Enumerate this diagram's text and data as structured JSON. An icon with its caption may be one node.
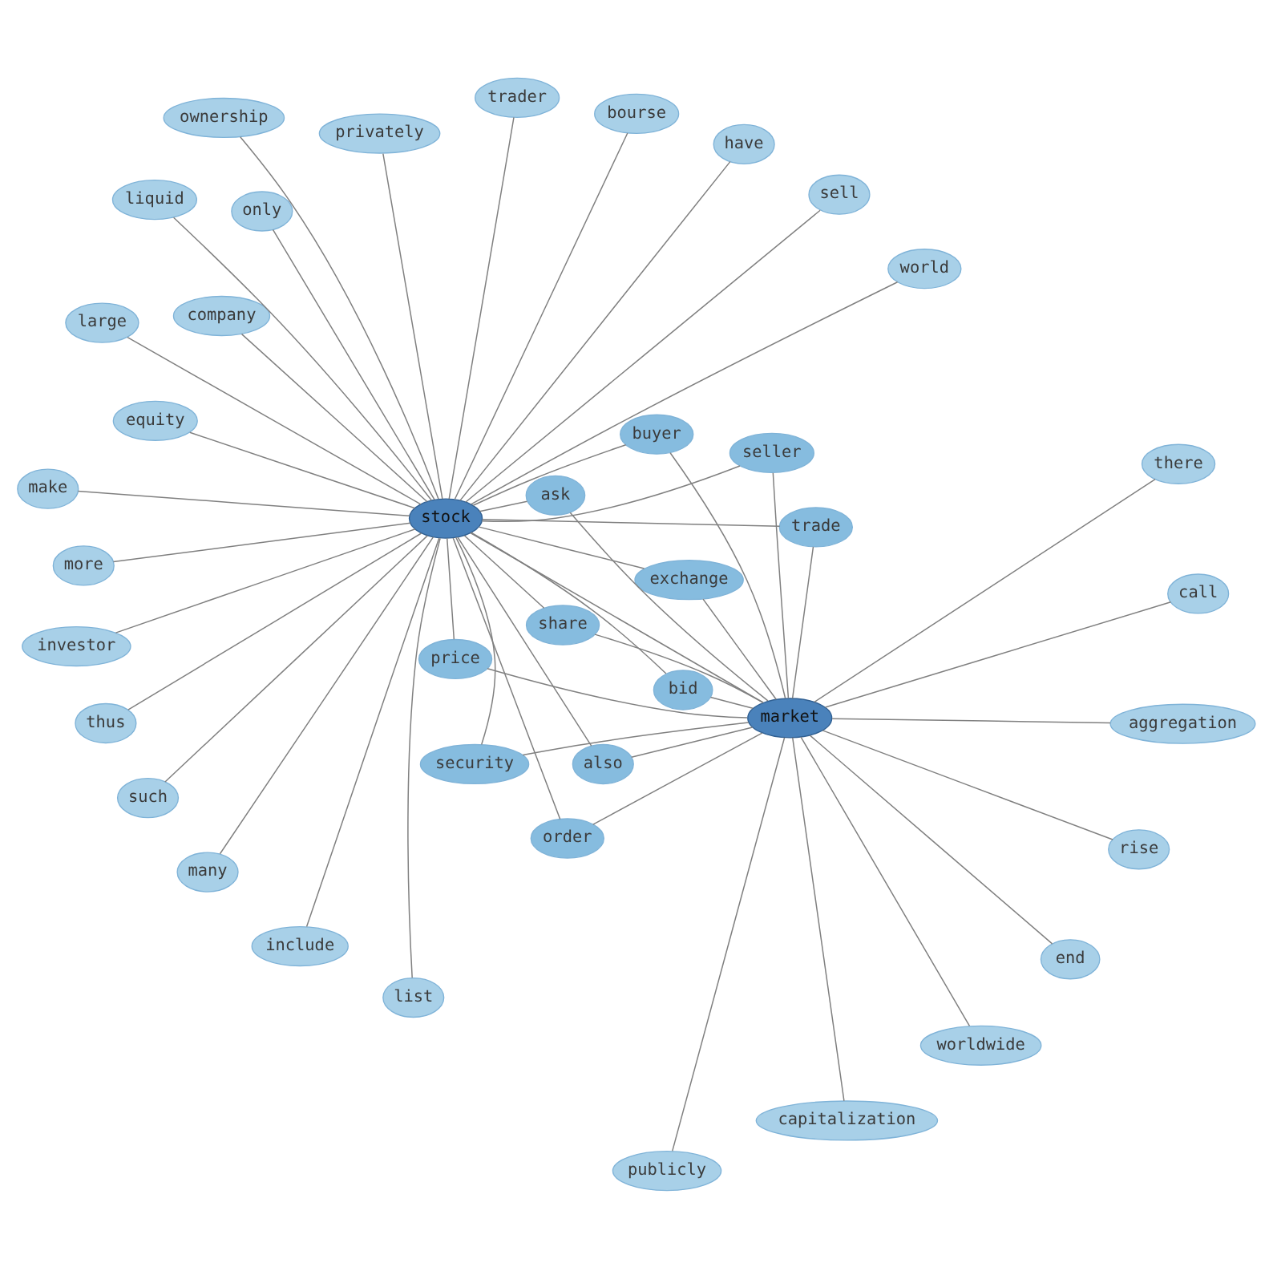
{
  "diagram": {
    "nodes": [
      {
        "text": [
          "only"
        ]
      },
      {
        "text": [
          "include"
        ]
      },
      {
        "text": [
          "list"
        ]
      },
      {
        "text": [
          "liquid"
        ]
      },
      {
        "text": [
          "such"
        ]
      },
      {
        "text": [
          "bourse"
        ]
      },
      {
        "text": [
          "privately"
        ]
      },
      {
        "text": [
          "thus"
        ]
      },
      {
        "text": [
          "many"
        ]
      },
      {
        "text": [
          "investor"
        ]
      },
      {
        "text": [
          "trader"
        ]
      },
      {
        "text": [
          "have"
        ]
      },
      {
        "text": [
          "equity"
        ]
      },
      {
        "text": [
          "more"
        ]
      },
      {
        "text": [
          "large"
        ]
      },
      {
        "text": [
          "ownership"
        ]
      },
      {
        "text": [
          "make"
        ]
      },
      {
        "text": [
          "company"
        ]
      },
      {
        "text": [
          "stock"
        ]
      },
      {
        "text": [
          "sell"
        ]
      },
      {
        "text": [
          "exchange"
        ]
      },
      {
        "text": [
          "world"
        ]
      },
      {
        "text": [
          "trade"
        ]
      },
      {
        "text": [
          "also"
        ]
      },
      {
        "text": [
          "share"
        ]
      },
      {
        "text": [
          "price"
        ]
      },
      {
        "text": [
          "security"
        ]
      },
      {
        "text": [
          "seller"
        ]
      },
      {
        "text": [
          "bid"
        ]
      },
      {
        "text": [
          "order"
        ]
      },
      {
        "text": [
          "ask"
        ]
      },
      {
        "text": [
          "buyer"
        ]
      },
      {
        "text": [
          "market"
        ]
      },
      {
        "text": [
          "publicly"
        ]
      },
      {
        "text": [
          "capitalization"
        ]
      },
      {
        "text": [
          "aggregation"
        ]
      },
      {
        "text": [
          "rise"
        ]
      },
      {
        "text": [
          "call"
        ]
      },
      {
        "text": [
          "end"
        ]
      },
      {
        "text": [
          "worldwide"
        ]
      },
      {
        "text": [
          "there"
        ]
      }
    ],
    "edges": [
      {
        "from": 18,
        "to": 0,
        "arrow": "none"
      },
      {
        "from": 18,
        "to": 1,
        "arrow": "none"
      },
      {
        "from": 18,
        "to": 2,
        "arrow": "none"
      },
      {
        "from": 18,
        "to": 3,
        "arrow": "none"
      },
      {
        "from": 18,
        "to": 4,
        "arrow": "none"
      },
      {
        "from": 18,
        "to": 5,
        "arrow": "none"
      },
      {
        "from": 18,
        "to": 6,
        "arrow": "none"
      },
      {
        "from": 18,
        "to": 7,
        "arrow": "none"
      },
      {
        "from": 18,
        "to": 8,
        "arrow": "none"
      },
      {
        "from": 18,
        "to": 9,
        "arrow": "none"
      },
      {
        "from": 18,
        "to": 10,
        "arrow": "none"
      },
      {
        "from": 18,
        "to": 11,
        "arrow": "none"
      },
      {
        "from": 18,
        "to": 12,
        "arrow": "none"
      },
      {
        "from": 18,
        "to": 13,
        "arrow": "none"
      },
      {
        "from": 18,
        "to": 14,
        "arrow": "none"
      },
      {
        "from": 18,
        "to": 15,
        "arrow": "none"
      },
      {
        "from": 18,
        "to": 16,
        "arrow": "none"
      },
      {
        "from": 18,
        "to": 17,
        "arrow": "none"
      },
      {
        "from": 18,
        "to": 19,
        "arrow": "none"
      },
      {
        "from": 18,
        "to": 20,
        "arrow": "none"
      },
      {
        "from": 18,
        "to": 21,
        "arrow": "none"
      },
      {
        "from": 18,
        "to": 22,
        "arrow": "none"
      },
      {
        "from": 18,
        "to": 23,
        "arrow": "none"
      },
      {
        "from": 18,
        "to": 24,
        "arrow": "none"
      },
      {
        "from": 18,
        "to": 25,
        "arrow": "none"
      },
      {
        "from": 18,
        "to": 26,
        "arrow": "none"
      },
      {
        "from": 18,
        "to": 27,
        "arrow": "none"
      },
      {
        "from": 18,
        "to": 28,
        "arrow": "none"
      },
      {
        "from": 18,
        "to": 29,
        "arrow": "none"
      },
      {
        "from": 18,
        "to": 30,
        "arrow": "none"
      },
      {
        "from": 18,
        "to": 31,
        "arrow": "none"
      },
      {
        "from": 18,
        "to": 32,
        "arrow": "none"
      },
      {
        "from": 32,
        "to": 20,
        "arrow": "none"
      },
      {
        "from": 32,
        "to": 22,
        "arrow": "none"
      },
      {
        "from": 32,
        "to": 23,
        "arrow": "none"
      },
      {
        "from": 32,
        "to": 24,
        "arrow": "none"
      },
      {
        "from": 32,
        "to": 25,
        "arrow": "none"
      },
      {
        "from": 32,
        "to": 26,
        "arrow": "none"
      },
      {
        "from": 32,
        "to": 27,
        "arrow": "none"
      },
      {
        "from": 32,
        "to": 28,
        "arrow": "none"
      },
      {
        "from": 32,
        "to": 29,
        "arrow": "none"
      },
      {
        "from": 32,
        "to": 30,
        "arrow": "none"
      },
      {
        "from": 32,
        "to": 31,
        "arrow": "none"
      },
      {
        "from": 32,
        "to": 33,
        "arrow": "none"
      },
      {
        "from": 32,
        "to": 34,
        "arrow": "none"
      },
      {
        "from": 32,
        "to": 35,
        "arrow": "none"
      },
      {
        "from": 32,
        "to": 36,
        "arrow": "none"
      },
      {
        "from": 32,
        "to": 37,
        "arrow": "none"
      },
      {
        "from": 32,
        "to": 38,
        "arrow": "none"
      },
      {
        "from": 32,
        "to": 39,
        "arrow": "none"
      },
      {
        "from": 32,
        "to": 40,
        "arrow": "none"
      }
    ]
  }
}
